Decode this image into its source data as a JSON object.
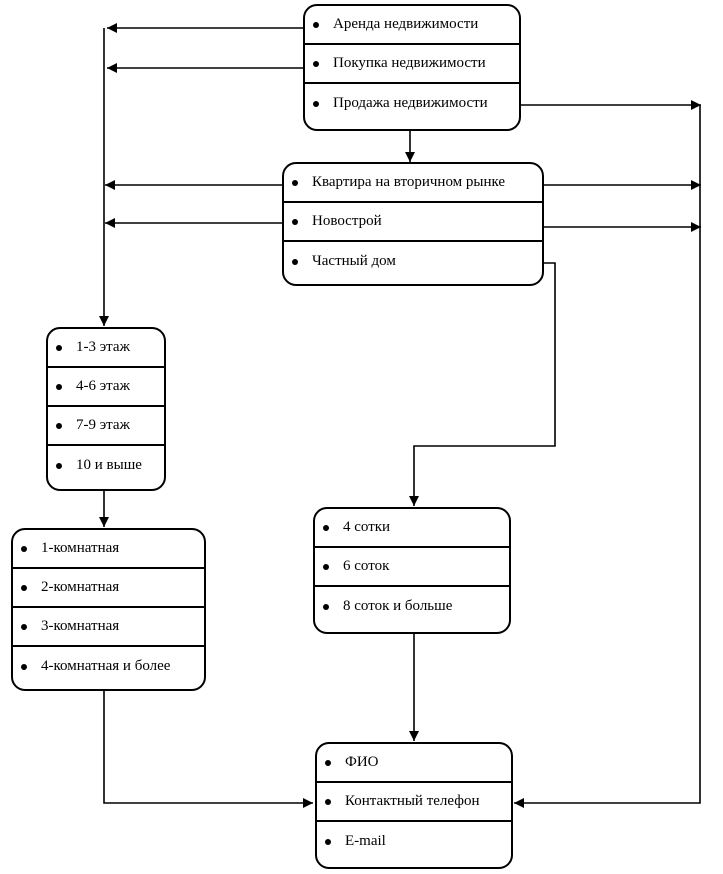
{
  "diagram": {
    "deal_types": [
      "Аренда недвижимости",
      "Покупка недвижимости",
      "Продажа недвижимости"
    ],
    "property_types": [
      "Квартира на вторичном рынке",
      "Новострой",
      "Частный дом"
    ],
    "floors": [
      "1-3 этаж",
      "4-6 этаж",
      "7-9 этаж",
      "10 и выше"
    ],
    "rooms": [
      "1-комнатная",
      "2-комнатная",
      "3-комнатная",
      "4-комнатная и более"
    ],
    "plot_sizes": [
      "4 сотки",
      "6 соток",
      "8 соток и больше"
    ],
    "contacts": [
      "ФИО",
      "Контактный телефон",
      "E-mail"
    ]
  }
}
